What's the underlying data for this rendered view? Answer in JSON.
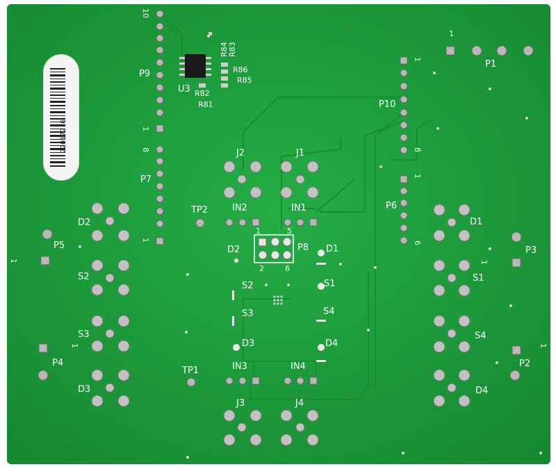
{
  "board": {
    "background": "#1ea13c",
    "serial_label": "220172-6",
    "silkscreen": {
      "P1": "P1",
      "P2": "P2",
      "P3": "P3",
      "P4": "P4",
      "P5": "P5",
      "P6": "P6",
      "P7": "P7",
      "P8": "P8",
      "P9": "P9",
      "P10": "P10",
      "J1": "J1",
      "J2": "J2",
      "J3": "J3",
      "J4": "J4",
      "D1": "D1",
      "D2": "D2",
      "D3": "D3",
      "D4": "D4",
      "S1": "S1",
      "S2": "S2",
      "S3": "S3",
      "S4": "S4",
      "IN1": "IN1",
      "IN2": "IN2",
      "IN3": "IN3",
      "IN4": "IN4",
      "TP1": "TP1",
      "TP2": "TP2",
      "U3": "U3",
      "R81": "R81",
      "R82": "R82",
      "R83": "R83",
      "R84": "R84",
      "R85": "R85",
      "R86": "R86",
      "n1": "1",
      "n2": "2",
      "n5": "5",
      "n6": "6",
      "n8": "8",
      "n10": "10"
    }
  }
}
